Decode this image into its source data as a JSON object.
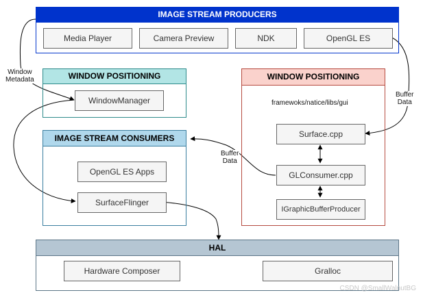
{
  "producers": {
    "title": "IMAGE STREAM PRODUCERS",
    "items": [
      "Media Player",
      "Camera Preview",
      "NDK",
      "OpenGL ES"
    ]
  },
  "window_positioning_left": {
    "title": "WINDOW POSITIONING",
    "items": [
      "WindowManager"
    ]
  },
  "consumers": {
    "title": "IMAGE STREAM CONSUMERS",
    "items": [
      "OpenGL ES Apps",
      "SurfaceFlinger"
    ]
  },
  "window_positioning_right": {
    "title": "WINDOW POSITIONING",
    "path": "framewoks/natice/libs/gui",
    "items": [
      "Surface.cpp",
      "GLConsumer.cpp",
      "IGraphicBufferProducer"
    ]
  },
  "hal": {
    "title": "HAL",
    "items": [
      "Hardware Composer",
      "Gralloc"
    ]
  },
  "edge_labels": {
    "window_metadata": "Window\nMetadata",
    "buffer_data_right": "Buffer\nData",
    "buffer_data_mid": "Buffer\nData"
  },
  "watermark": "CSDN @SmallWalnutBG",
  "colors": {
    "producers_header": "#0033cc",
    "producers_border": "#0033cc",
    "wp_left_header": "#b2e5e5",
    "wp_left_border": "#2e8b8b",
    "consumers_header": "#b0d8ec",
    "consumers_border": "#3a7ea0",
    "wp_right_header": "#fad2cc",
    "wp_right_border": "#b54a3f",
    "hal_header": "#b5c6d3",
    "hal_border": "#5a7486"
  }
}
